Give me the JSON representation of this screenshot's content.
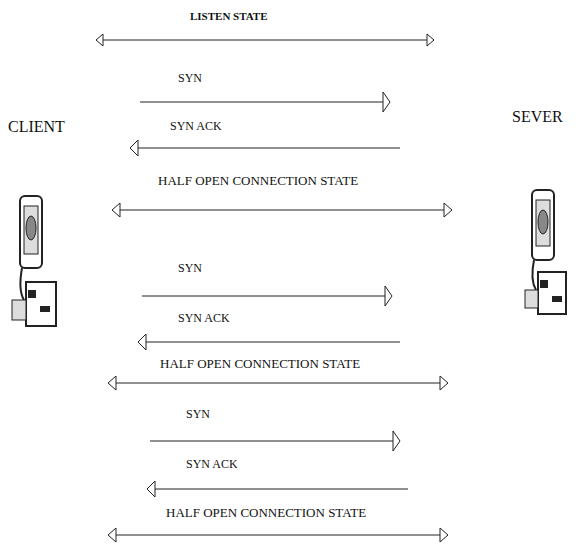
{
  "diagram": {
    "labels": [
      "LISTEN STATE",
      "SYN",
      "SYN ACK",
      "CLIENT",
      "SEVER",
      "HALF OPEN CONNECTION STATE",
      "SYN",
      "SYN ACK",
      "HALF OPEN CONNECTION STATE",
      "SYN",
      "SYN ACK",
      "HALF OPEN CONNECTION STATE"
    ]
  }
}
